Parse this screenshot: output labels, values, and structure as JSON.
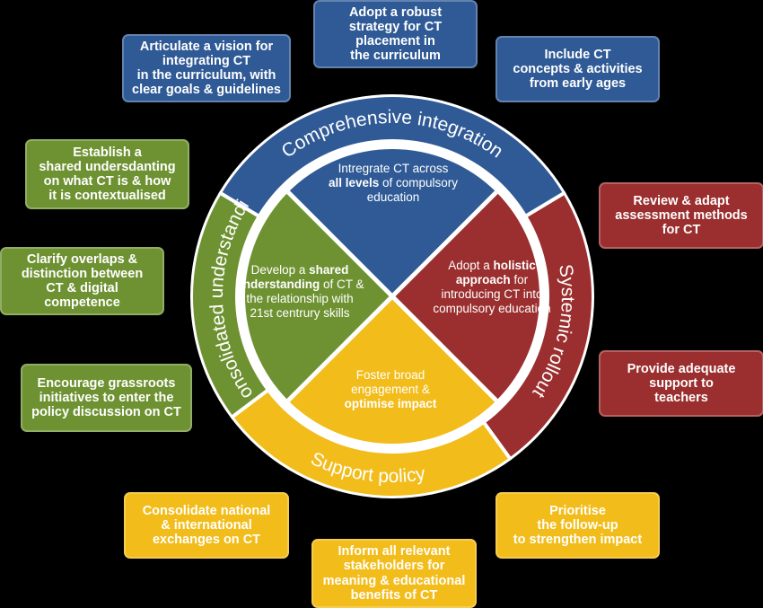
{
  "colors": {
    "blue": "#2F5A96",
    "red": "#9B2E2E",
    "green": "#6E9232",
    "yellow": "#F2BC1A",
    "background": "#000000"
  },
  "ring": {
    "top": "Comprehensive integration",
    "right": "Systemic rollout",
    "bottom": "Support policy",
    "left": "Consolidated understanding"
  },
  "quadrants": {
    "top": {
      "pre": "Intregrate CT across",
      "bold": "all levels",
      "post": "of compulsory education"
    },
    "right": {
      "pre": "Adopt a",
      "bold": "holistic approach",
      "post": "for introducing CT into compulsory education"
    },
    "bottom": {
      "pre": "Foster broad engagement &",
      "bold": "optimise impact",
      "post": ""
    },
    "left": {
      "pre": "Develop a",
      "bold": "shared understanding",
      "post": "of CT & the relationship with 21st centrury skills"
    }
  },
  "boxes": {
    "blue": [
      "Articulate a vision for\nintegrating CT\nin the curriculum, with\nclear goals & guidelines",
      "Adopt a robust\nstrategy for CT\nplacement in\nthe curriculum",
      "Include CT\nconcepts & activities\nfrom early ages"
    ],
    "red": [
      "Review & adapt\nassessment methods\nfor CT",
      "Provide adequate\nsupport to\nteachers"
    ],
    "green": [
      "Establish a\nshared undersdanting\non what CT is & how\nit is contextualised",
      "Clarify overlaps &\ndistinction between\nCT & digital\ncompetence",
      "Encourage grassroots\ninitiatives to enter the\npolicy discussion on CT"
    ],
    "yellow": [
      "Consolidate national\n& international\nexchanges on CT",
      "Inform all relevant\nstakeholders for\nmeaning & educational\nbenefits of CT",
      "Prioritise\nthe follow-up\nto strengthen impact"
    ]
  }
}
